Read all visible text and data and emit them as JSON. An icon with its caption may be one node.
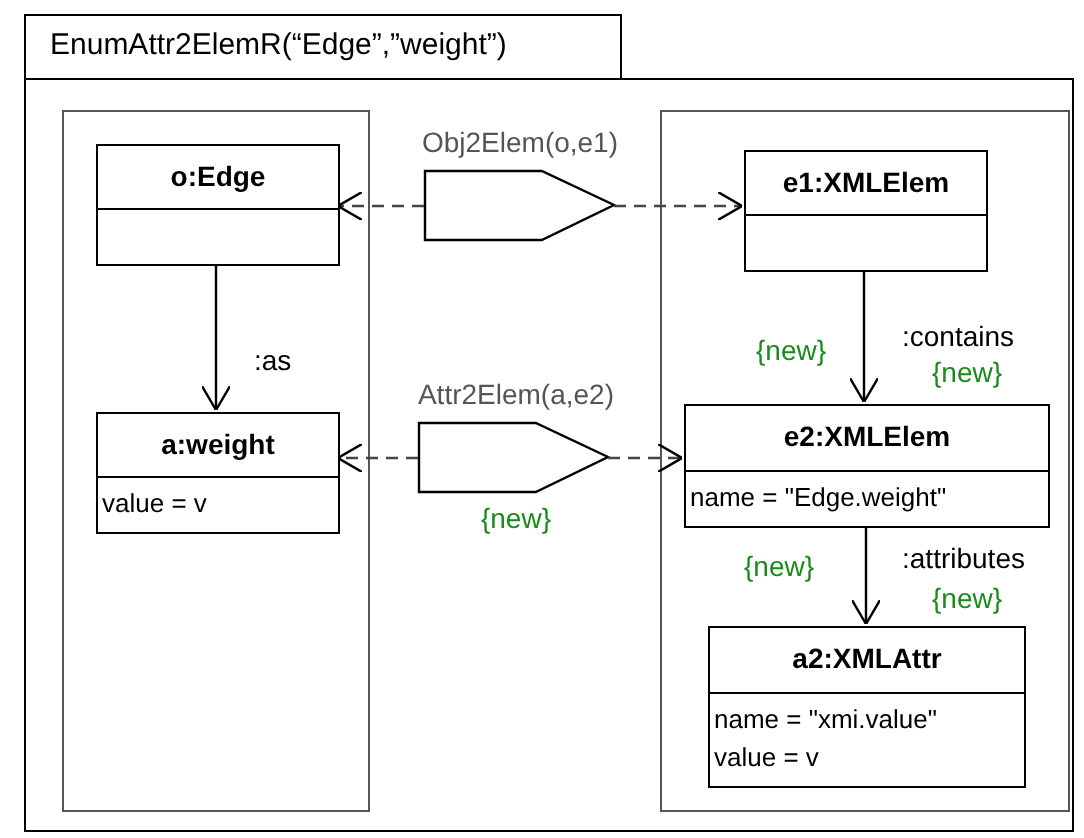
{
  "diagram": {
    "nodes": [
      {
        "text": [
          "EnumAttr2ElemR(“Edge”,”weight”)"
        ]
      },
      {
        "text": [],
        "shape": "box",
        "in": 0
      },
      {
        "text": [
          "o:Edge"
        ],
        "in": 1
      },
      {
        "text": [
          "a:weight",
          "value = v"
        ],
        "in": 1
      },
      {
        "text": [],
        "shape": "box",
        "in": 0
      },
      {
        "text": [
          "e1:XMLElem"
        ],
        "in": 4
      },
      {
        "text": [
          "e2:XMLElem",
          "name = \"Edge.weight\""
        ],
        "in": 4
      },
      {
        "text": [
          "a2:XMLAttr",
          "name = \"xmi.value\"",
          "value = v"
        ],
        "in": 4
      },
      {
        "text": [
          "Obj2Elem(o,e1)"
        ],
        "in": 0
      },
      {
        "text": [
          "Attr2Elem(a,e2)"
        ],
        "in": 0,
        "beside": [
          "{new}"
        ]
      }
    ],
    "edges": [
      {
        "from": 8,
        "to": 2,
        "arrow": "to",
        "style": "dashed"
      },
      {
        "from": 8,
        "to": 5,
        "arrow": "to",
        "style": "dashed"
      },
      {
        "from": 9,
        "to": 3,
        "arrow": "to",
        "style": "dashed"
      },
      {
        "from": 9,
        "to": 6,
        "arrow": "to",
        "style": "dashed"
      },
      {
        "from": 2,
        "to": 3,
        "arrow": "to",
        "label": ":as"
      },
      {
        "from": 5,
        "to": 6,
        "arrow": "to",
        "label": ":contains"
      },
      {
        "from": 6,
        "to": 7,
        "arrow": "to",
        "label": ":attributes"
      }
    ],
    "labels": [
      "{new}",
      "{new}",
      "{new}",
      "{new}"
    ]
  }
}
